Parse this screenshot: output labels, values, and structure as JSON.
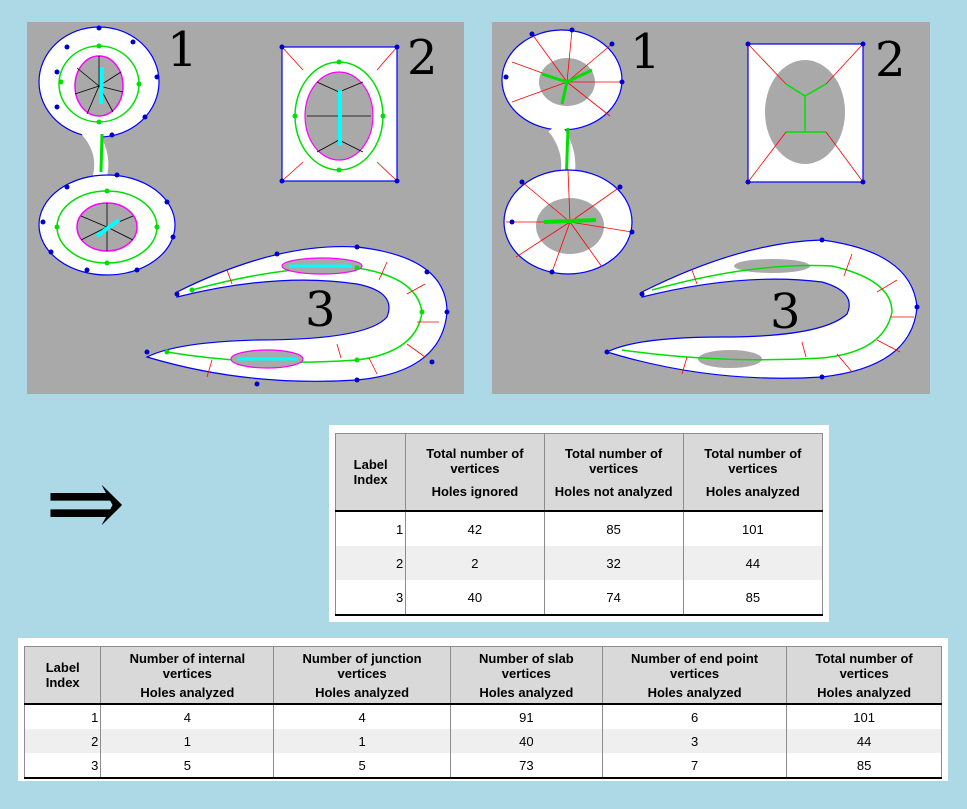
{
  "figure": {
    "blob_labels_left": [
      "1",
      "2",
      "3"
    ],
    "blob_labels_right": [
      "1",
      "2",
      "3"
    ],
    "arrow": "⇒",
    "colors": {
      "background": "#add8e6",
      "panel": "#a9a9a9",
      "boundary": "#0000ff",
      "vertex": "#0000cc",
      "skeleton": "#00e000",
      "hole_vertex": "#ff00ff",
      "junction": "#00ffff",
      "edges": "#ff0000"
    }
  },
  "table1": {
    "headers": [
      {
        "line1": "Label Index",
        "line2": ""
      },
      {
        "line1": "Total number of vertices",
        "line2": "Holes ignored"
      },
      {
        "line1": "Total number of vertices",
        "line2": "Holes not analyzed"
      },
      {
        "line1": "Total number of vertices",
        "line2": "Holes analyzed"
      }
    ],
    "rows": [
      [
        "1",
        "42",
        "85",
        "101"
      ],
      [
        "2",
        "2",
        "32",
        "44"
      ],
      [
        "3",
        "40",
        "74",
        "85"
      ]
    ]
  },
  "table2": {
    "headers": [
      {
        "line1": "Label Index",
        "line2": ""
      },
      {
        "line1": "Number of internal vertices",
        "line2": "Holes analyzed"
      },
      {
        "line1": "Number of junction vertices",
        "line2": "Holes analyzed"
      },
      {
        "line1": "Number of slab vertices",
        "line2": "Holes analyzed"
      },
      {
        "line1": "Number of end point vertices",
        "line2": "Holes analyzed"
      },
      {
        "line1": "Total number of vertices",
        "line2": "Holes analyzed"
      }
    ],
    "rows": [
      [
        "1",
        "4",
        "4",
        "91",
        "6",
        "101"
      ],
      [
        "2",
        "1",
        "1",
        "40",
        "3",
        "44"
      ],
      [
        "3",
        "5",
        "5",
        "73",
        "7",
        "85"
      ]
    ]
  }
}
